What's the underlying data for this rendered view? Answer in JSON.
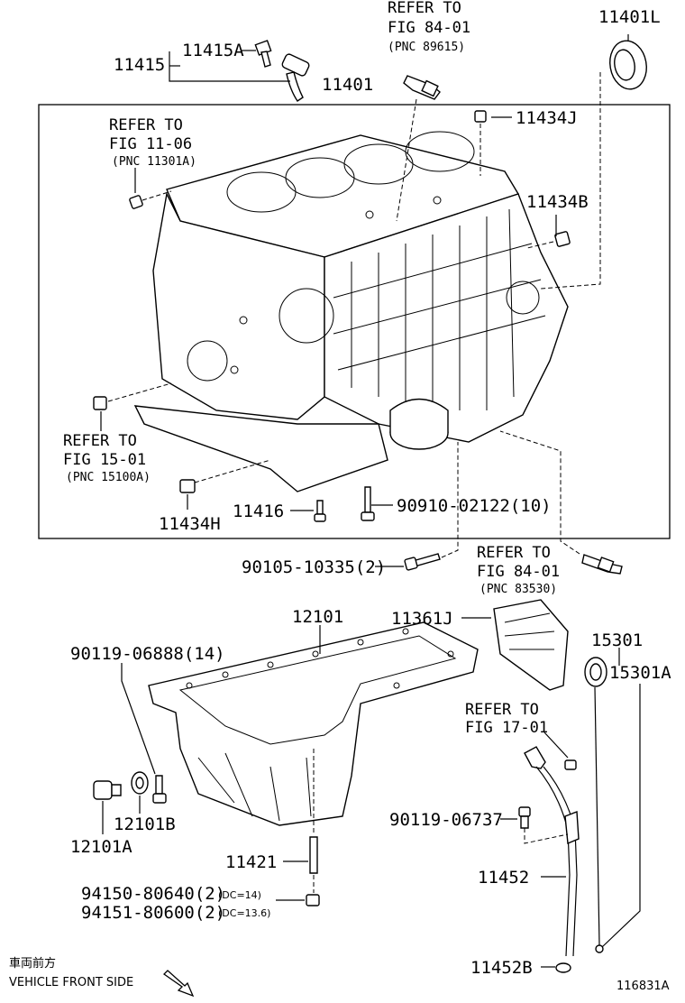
{
  "callouts": {
    "p11415": "11415",
    "p11415A": "11415A",
    "p11401": "11401",
    "p11401L": "11401L",
    "p11434J": "11434J",
    "p11434B": "11434B",
    "p11434H": "11434H",
    "p11416": "11416",
    "p90910": "90910-02122(10)",
    "p90105": "90105-10335(2)",
    "p12101": "12101",
    "p11361J": "11361J",
    "p15301": "15301",
    "p15301A": "15301A",
    "p90119a": "90119-06888(14)",
    "p12101B": "12101B",
    "p12101A": "12101A",
    "p90119b": "90119-06737",
    "p11421": "11421",
    "p11452": "11452",
    "p11452B": "11452B",
    "p94150": "94150-80640(2)",
    "p94151": "94151-80600(2)",
    "dc14": "(DC=14)",
    "dc136": "(DC=13.6)"
  },
  "references": {
    "r1": {
      "refer": "REFER TO",
      "fig": "FIG 84-01",
      "pnc": "(PNC 89615)"
    },
    "r2": {
      "refer": "REFER TO",
      "fig": "FIG 11-06",
      "pnc": "(PNC 11301A)"
    },
    "r3": {
      "refer": "REFER TO",
      "fig": "FIG 15-01",
      "pnc": "(PNC 15100A)"
    },
    "r4": {
      "refer": "REFER TO",
      "fig": "FIG 84-01",
      "pnc": "(PNC 83530)"
    },
    "r5": {
      "refer": "REFER TO",
      "fig": "FIG 17-01"
    }
  },
  "footer": {
    "front_jp": "車両前方",
    "front_en": "VEHICLE FRONT SIDE",
    "diagram_id": "116831A"
  }
}
